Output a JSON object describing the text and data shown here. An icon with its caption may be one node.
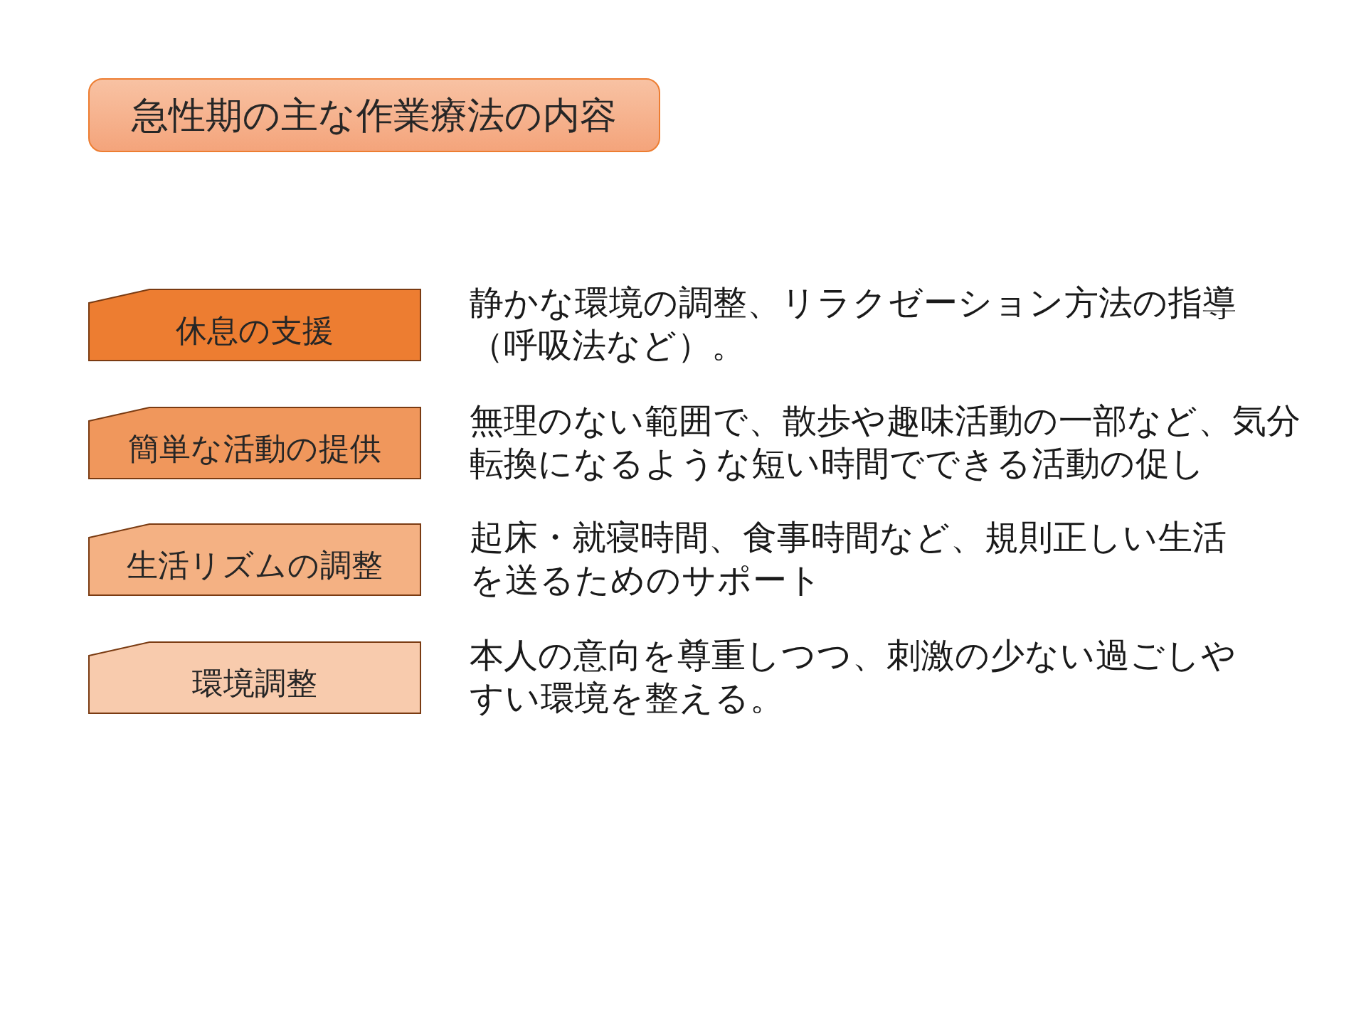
{
  "diagram": {
    "title": "急性期の主な作業療法の内容",
    "nodes": [
      {
        "text": [
          "休息の支援"
        ],
        "beside": [
          "静かな環境の調整、リラクゼーション方法の指導（呼吸法など）。"
        ]
      },
      {
        "text": [
          "簡単な活動の提供"
        ],
        "beside": [
          "無理のない範囲で、散歩や趣味活動の一部など、気分転換になるような短い時間でできる活動の促し"
        ]
      },
      {
        "text": [
          "生活リズムの調整"
        ],
        "beside": [
          "起床・就寝時間、食事時間など、規則正しい生活を送るためのサポート"
        ]
      },
      {
        "text": [
          "環境調整"
        ],
        "beside": [
          "本人の意向を尊重しつつ、刺激の少ない過ごしやすい環境を整える。"
        ]
      }
    ]
  }
}
